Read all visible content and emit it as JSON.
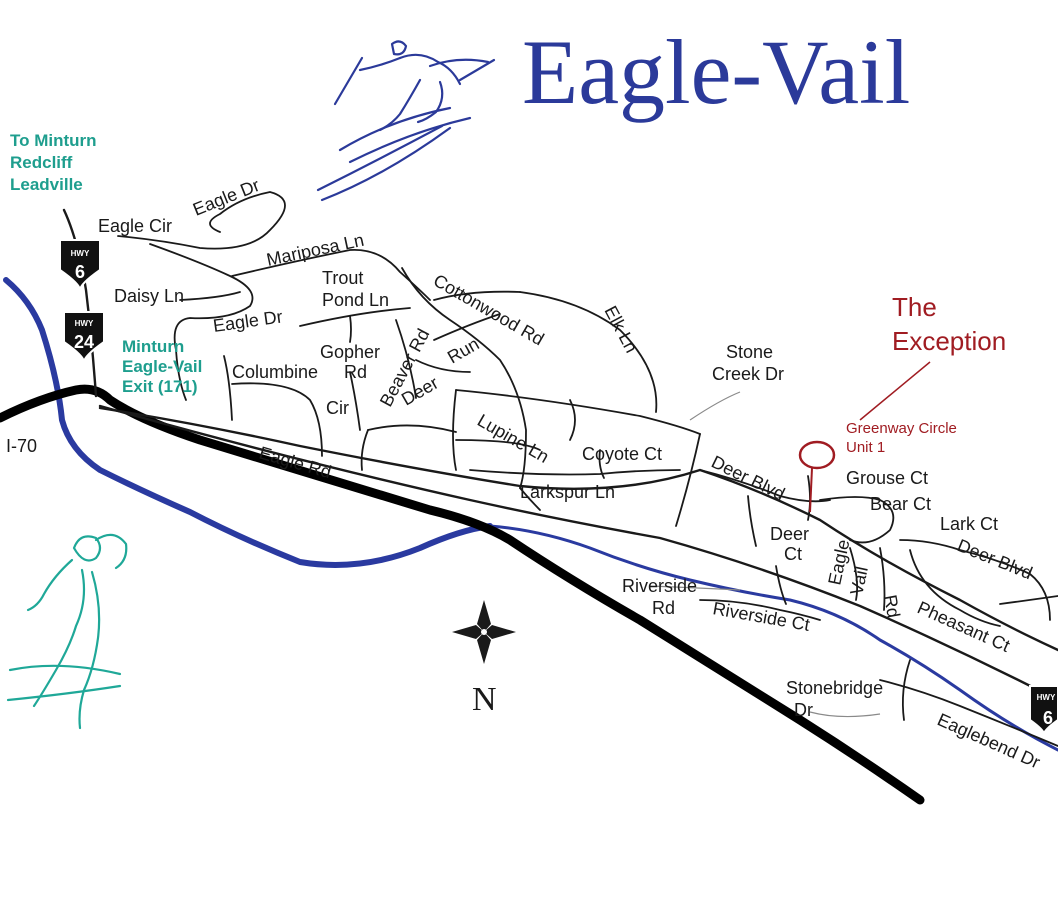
{
  "title": "Eagle-Vail",
  "directions": {
    "line1": "To Minturn",
    "line2": "Redcliff",
    "line3": "Leadville"
  },
  "exit_label": {
    "line1": "Minturn",
    "line2": "Eagle-Vail",
    "line3": "Exit (171)"
  },
  "highway_label": "I-70",
  "shields": {
    "hwy6_top": "HWY",
    "hwy6_num": "6",
    "hwy24_top": "HWY",
    "hwy24_num": "24",
    "hwy6_east_top": "HWY",
    "hwy6_east_num": "6"
  },
  "compass": "N",
  "highlight": {
    "name_line1": "The",
    "name_line2": "Exception",
    "address_line1": "Greenway Circle",
    "address_line2": "Unit 1"
  },
  "streets": {
    "eagle_dr_top": "Eagle Dr",
    "eagle_cir": "Eagle Cir",
    "mariposa_ln": "Mariposa Ln",
    "daisy_ln": "Daisy Ln",
    "eagle_dr_mid": "Eagle Dr",
    "trout_pond_1": "Trout",
    "trout_pond_2": "Pond Ln",
    "cottonwood_rd": "Cottonwood Rd",
    "elk_ln": "Elk Ln",
    "gopher_1": "Gopher",
    "gopher_2": "Rd",
    "beaver_rd": "Beaver Rd",
    "deer_run_1": "Deer",
    "deer_run_2": "Run",
    "columbine_1": "Columbine",
    "columbine_2": "Cir",
    "stone_creek_1": "Stone",
    "stone_creek_2": "Creek Dr",
    "lupine_ln": "Lupine Ln",
    "coyote_ct": "Coyote Ct",
    "eagle_rd": "Eagle Rd",
    "larkspur_ln": "Larkspur Ln",
    "deer_blvd_west": "Deer Blvd",
    "grouse_ct": "Grouse Ct",
    "bear_ct": "Bear Ct",
    "lark_ct": "Lark Ct",
    "deer_blvd_east": "Deer Blvd",
    "deer_ct_1": "Deer",
    "deer_ct_2": "Ct",
    "eagle_vail_rd_1": "Eagle",
    "eagle_vail_rd_2": "Vail",
    "eagle_vail_rd_3": "Rd",
    "riverside_rd_1": "Riverside",
    "riverside_rd_2": "Rd",
    "riverside_ct": "Riverside Ct",
    "pheasant_ct": "Pheasant Ct",
    "stonebridge_1": "Stonebridge",
    "stonebridge_2": "Dr",
    "eaglebend_dr": "Eaglebend Dr"
  },
  "colors": {
    "title": "#2b3a9a",
    "river": "#2a3aa0",
    "teal_text": "#1e9e8e",
    "highlight_red": "#a01c22",
    "highway": "#000000"
  },
  "icons": [
    "skier-icon",
    "golfer-icon",
    "compass-rose-icon",
    "highway-shield-icon",
    "location-circle-icon"
  ]
}
